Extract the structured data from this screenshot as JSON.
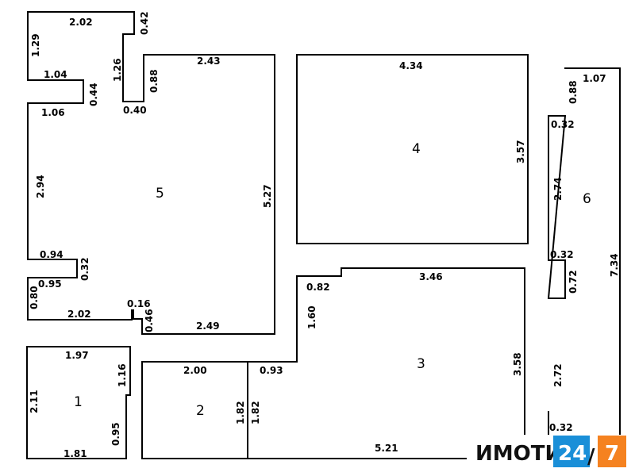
{
  "rooms": {
    "r1": {
      "number": "1",
      "dims": [
        "1.97",
        "1.16",
        "0.95",
        "1.81",
        "2.11"
      ]
    },
    "r2": {
      "number": "2",
      "dims": [
        "2.00",
        "1.82",
        "1.82"
      ]
    },
    "r3": {
      "number": "3",
      "dims": [
        "0.82",
        "3.46",
        "1.60",
        "0.93",
        "3.58",
        "5.21"
      ]
    },
    "r4": {
      "number": "4",
      "dims": [
        "4.34",
        "3.57"
      ]
    },
    "r5": {
      "number": "5",
      "dims": [
        "2.02",
        "0.42",
        "1.29",
        "1.26",
        "2.43",
        "0.88",
        "1.04",
        "0.44",
        "0.40",
        "1.06",
        "2.94",
        "5.27",
        "0.94",
        "0.32",
        "0.95",
        "0.80",
        "0.16",
        "2.02",
        "0.46",
        "2.49"
      ]
    },
    "r6": {
      "number": "6",
      "dims": [
        "1.07",
        "0.88",
        "0.32",
        "2.74",
        "0.32",
        "0.72",
        "7.34",
        "2.72",
        "0.32"
      ]
    }
  },
  "logo": {
    "text": "ИМОТИ",
    "num1": "24",
    "slash": "/",
    "num2": "7",
    "colors": {
      "text": "#111111",
      "box1": "#1a8fd8",
      "box2": "#f58220"
    }
  }
}
